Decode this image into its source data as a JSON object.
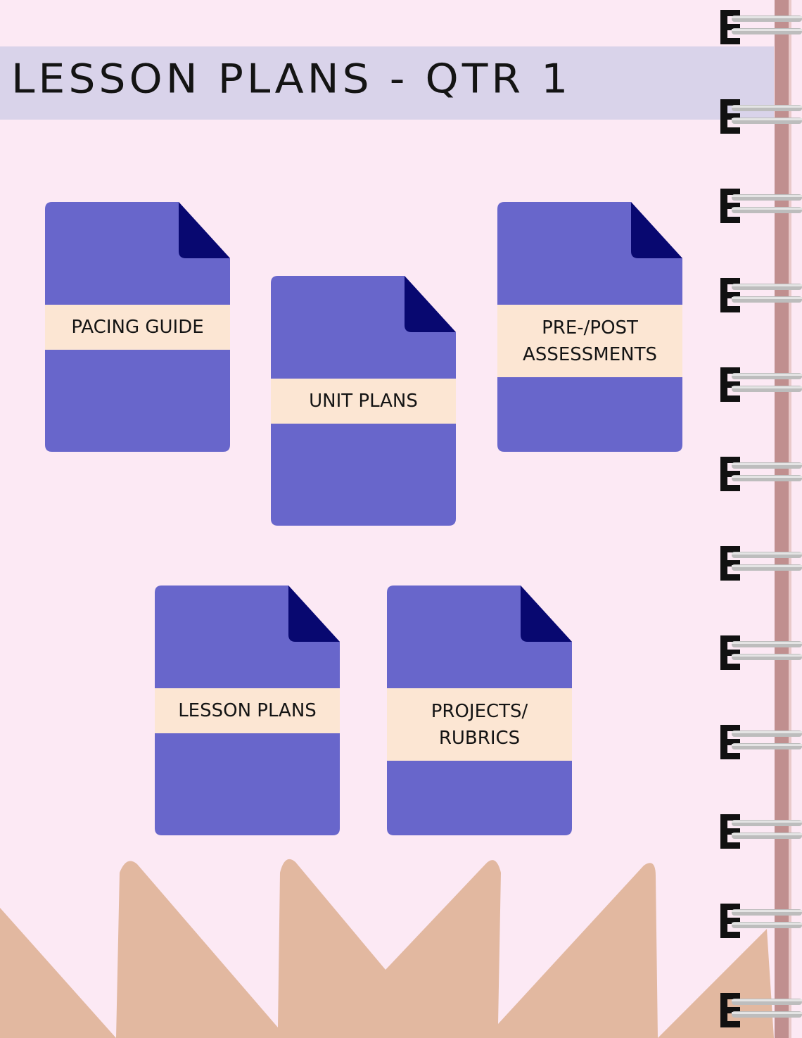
{
  "page": {
    "title": "LESSON PLANS - QTR 1"
  },
  "folders": [
    {
      "label": "PACING GUIDE"
    },
    {
      "label": "UNIT PLANS"
    },
    {
      "label": "PRE-/POST\nASSESSMENTS"
    },
    {
      "label": "LESSON PLANS"
    },
    {
      "label": "PROJECTS/\nRUBRICS"
    }
  ],
  "colors": {
    "background": "#fce9f4",
    "title_band": "#d9d3ea",
    "folder": "#6866cb",
    "folder_corner": "#080870",
    "label_band": "#fce6d3",
    "mountains": "#e2b8a0",
    "spine": "#c08f8f",
    "ring": "#c0c0c0"
  },
  "icons": {
    "folder_icon": "document-icon",
    "binding": "spiral-binding-icon"
  }
}
